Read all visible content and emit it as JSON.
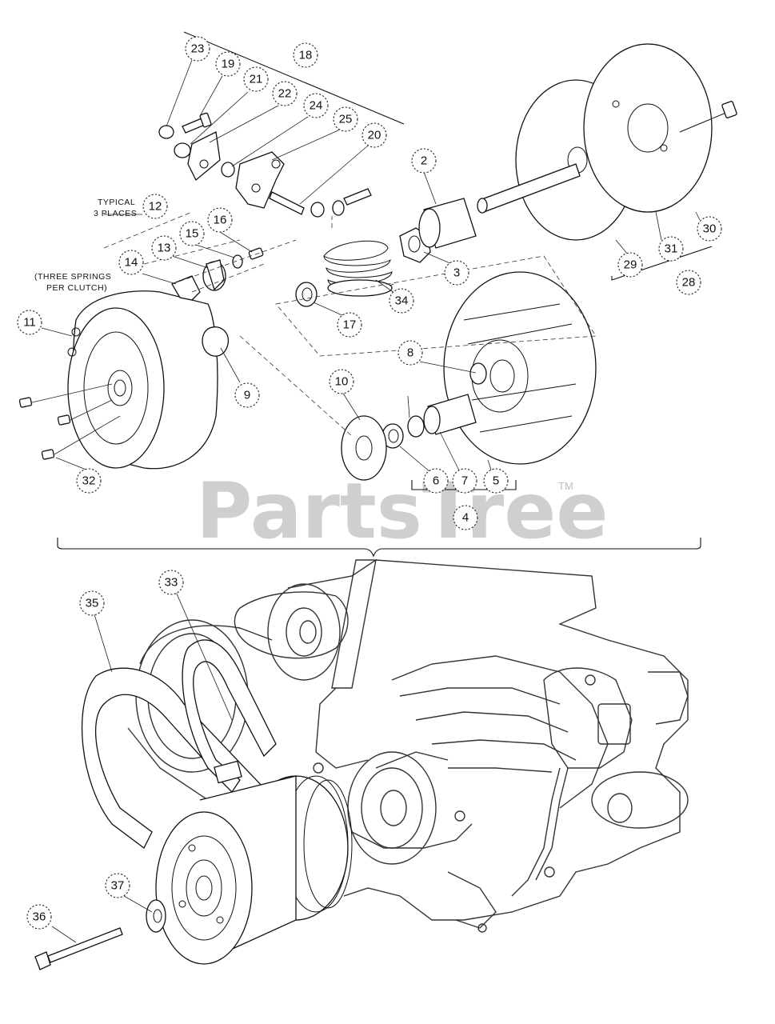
{
  "watermark": {
    "text": "PartsTree",
    "trademark": "TM"
  },
  "notes": {
    "typical": [
      "TYPICAL",
      "3 PLACES"
    ],
    "springs": [
      "(THREE SPRINGS",
      "PER CLUTCH)"
    ]
  },
  "callouts": [
    "23",
    "19",
    "21",
    "18",
    "22",
    "24",
    "25",
    "20",
    "2",
    "30",
    "31",
    "29",
    "28",
    "12",
    "16",
    "15",
    "13",
    "14",
    "3",
    "34",
    "17",
    "11",
    "9",
    "8",
    "10",
    "6",
    "7",
    "5",
    "4",
    "32",
    "33",
    "35",
    "37",
    "36"
  ]
}
